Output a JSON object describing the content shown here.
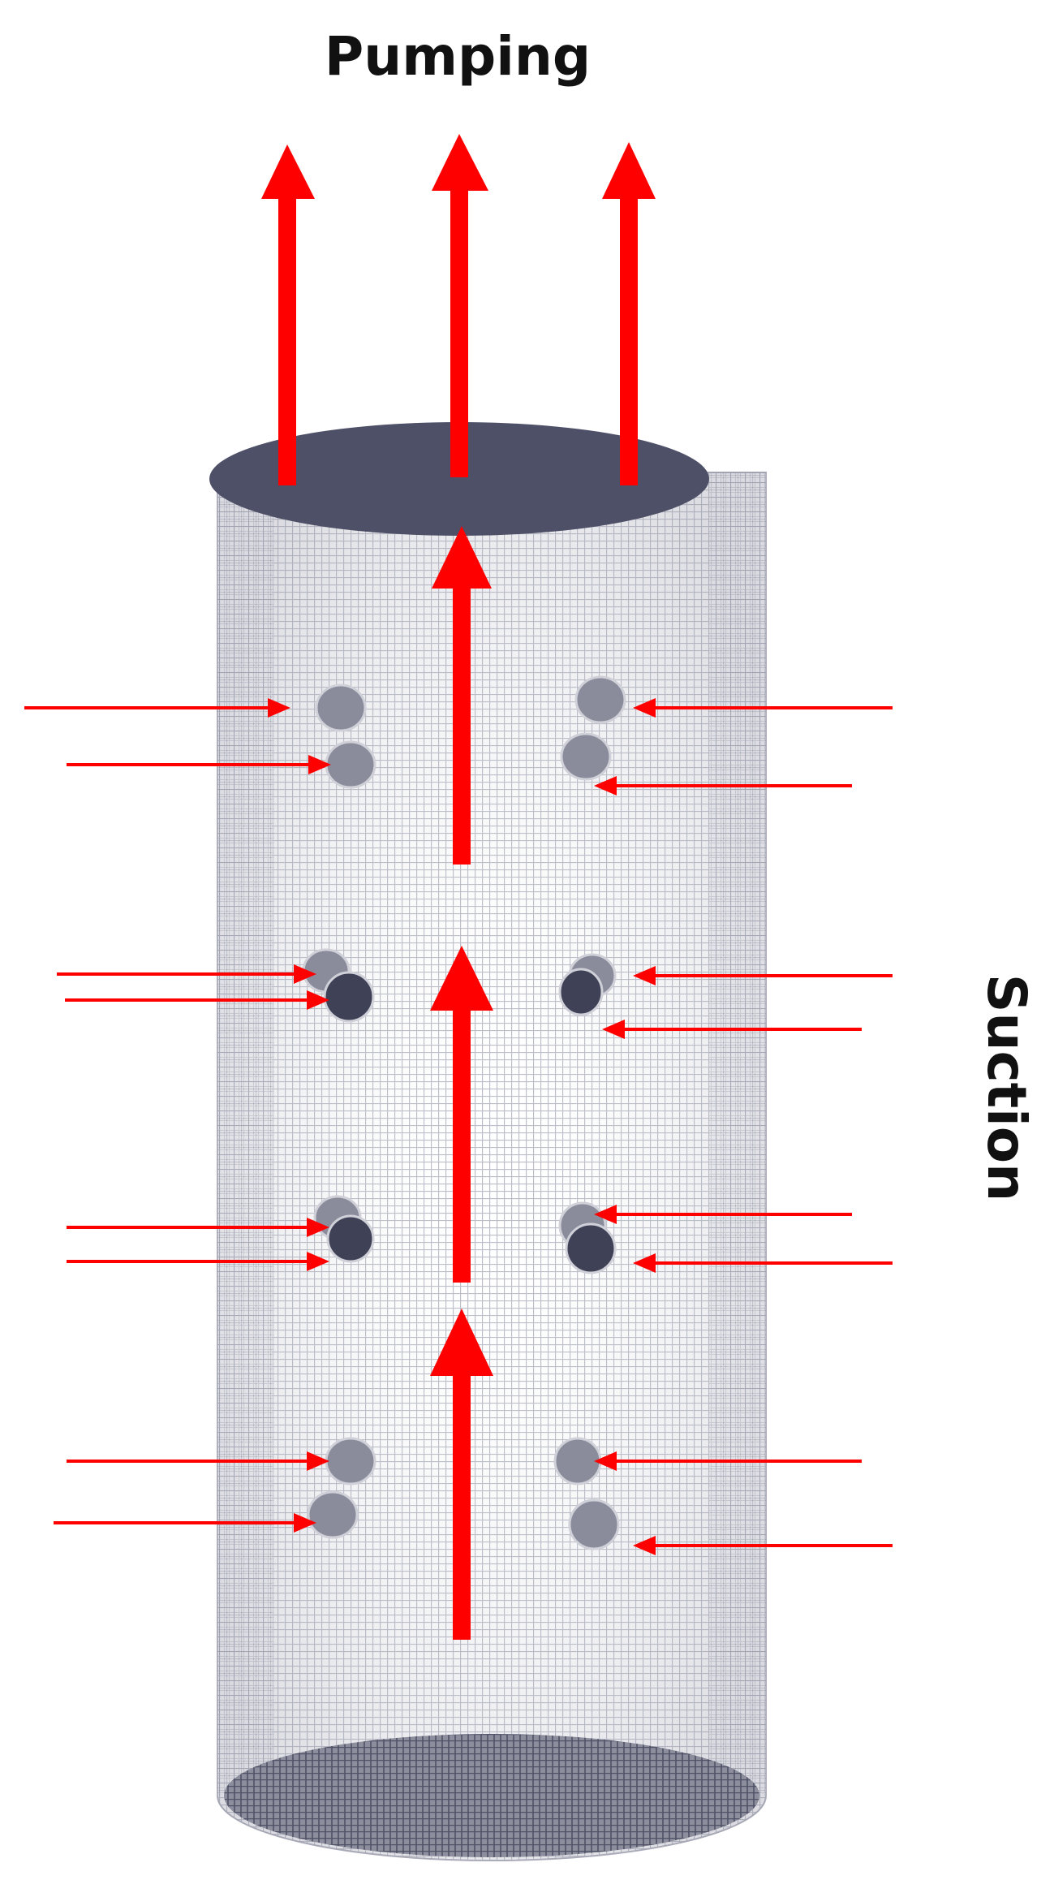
{
  "labels": {
    "top": "Pumping",
    "side": "Suction"
  },
  "colors": {
    "arrow": "#ff0000",
    "cap": "#4e5067",
    "mesh": "#b7b9c4",
    "hole": "#8a8c9c",
    "hole_dark": "#3f4156",
    "base": "#6f7183"
  },
  "hole_rows": 4,
  "arrow_counts": {
    "outflow": 3,
    "central_flow": 3,
    "suction_inflow": 16
  }
}
